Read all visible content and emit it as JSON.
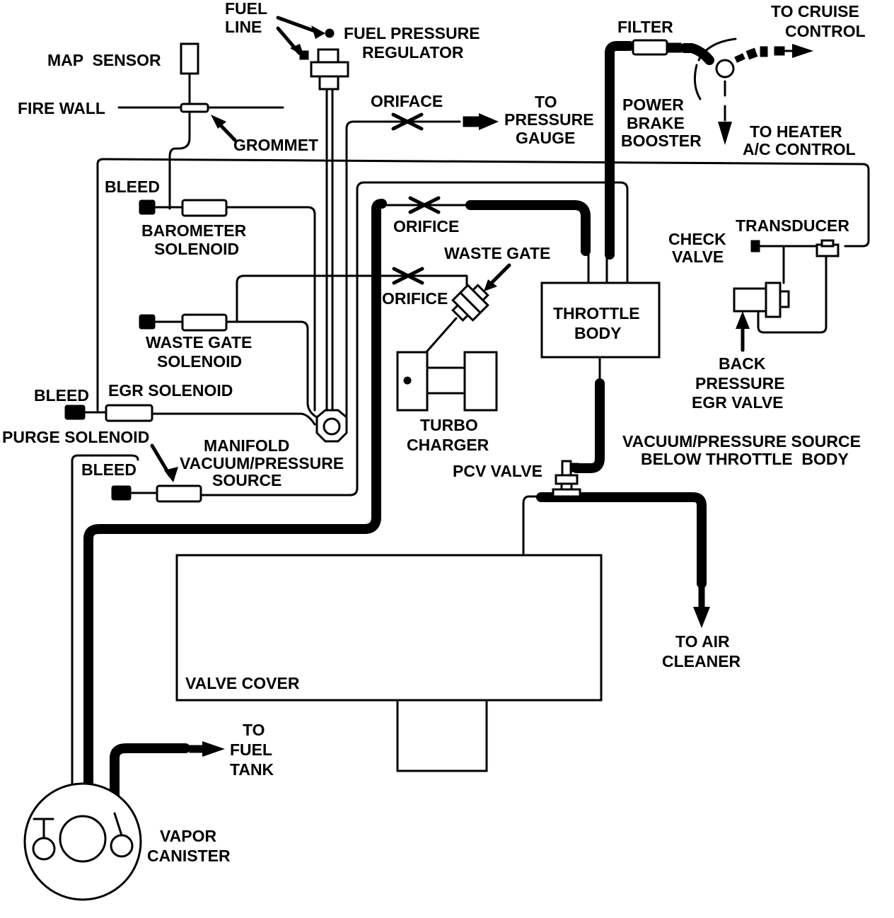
{
  "labels": {
    "fuel_line": [
      "FUEL",
      "LINE"
    ],
    "fuel_pressure_regulator": [
      "FUEL PRESSURE",
      "REGULATOR"
    ],
    "filter": "FILTER",
    "to_cruise_control": [
      "TO CRUISE",
      "CONTROL"
    ],
    "map_sensor": "MAP  SENSOR",
    "fire_wall": "FIRE WALL",
    "grommet": "GROMMET",
    "oriface": "ORIFACE",
    "to_pressure_gauge": [
      "TO",
      "PRESSURE",
      "GAUGE"
    ],
    "power_brake_booster": [
      "POWER",
      "BRAKE",
      "BOOSTER"
    ],
    "to_heater_ac_control": [
      "TO HEATER",
      "A/C CONTROL"
    ],
    "bleed_1": "BLEED",
    "barometer_solenoid": [
      "BAROMETER",
      "SOLENOID"
    ],
    "orifice_1": "ORIFICE",
    "check_valve": [
      "CHECK",
      "VALVE"
    ],
    "transducer": "TRANSDUCER",
    "waste_gate": "WASTE GATE",
    "orifice_2": "ORIFICE",
    "throttle_body": [
      "THROTTLE",
      "BODY"
    ],
    "waste_gate_solenoid": [
      "WASTE GATE",
      "SOLENOID"
    ],
    "back_pressure_egr_valve": [
      "BACK",
      "PRESSURE",
      "EGR VALVE"
    ],
    "bleed_2": "BLEED",
    "egr_solenoid": "EGR SOLENOID",
    "turbo_charger": [
      "TURBO",
      "CHARGER"
    ],
    "purge_solenoid": "PURGE SOLENOID",
    "manifold_source": [
      "MANIFOLD",
      "VACUUM/PRESSURE",
      "SOURCE"
    ],
    "vacuum_pressure_source": [
      "VACUUM/PRESSURE SOURCE",
      "BELOW THROTTLE  BODY"
    ],
    "bleed_3": "BLEED",
    "pcv_valve": "PCV VALVE",
    "to_air_cleaner": [
      "TO AIR",
      "CLEANER"
    ],
    "valve_cover": "VALVE COVER",
    "to_fuel_tank": [
      "TO",
      "FUEL",
      "TANK"
    ],
    "vapor_canister": [
      "VAPOR",
      "CANISTER"
    ]
  }
}
